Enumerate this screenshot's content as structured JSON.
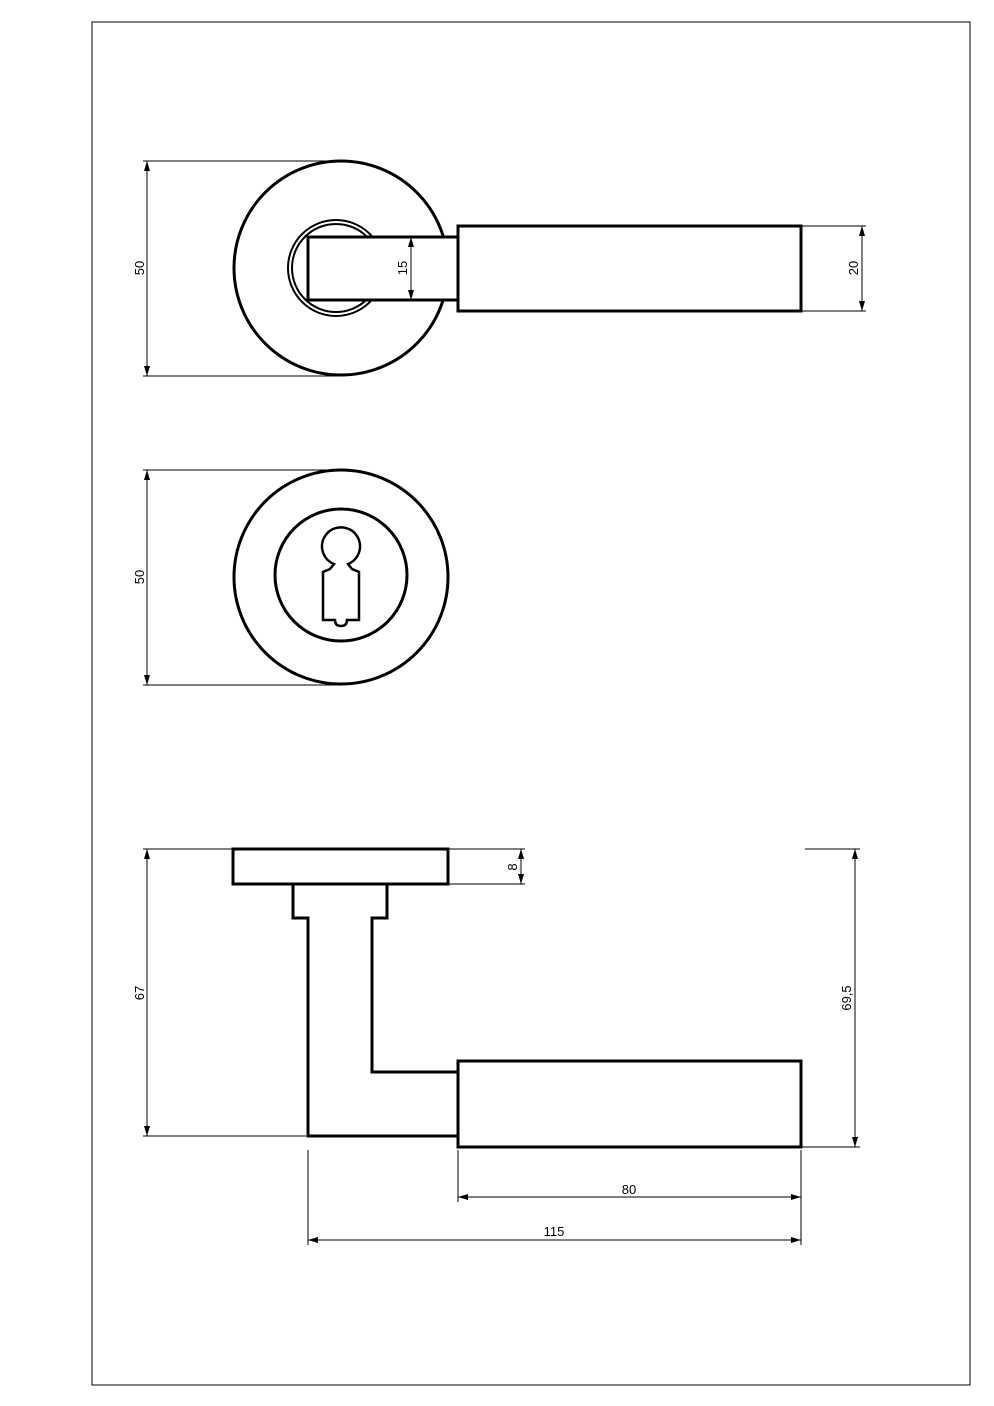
{
  "drawing": {
    "views": [
      {
        "name": "front-view-lever",
        "dimensions": {
          "rose_diameter": "50",
          "stem_height": "15",
          "lever_height": "20"
        }
      },
      {
        "name": "front-view-escutcheon",
        "dimensions": {
          "rose_diameter": "50"
        }
      },
      {
        "name": "side-view-lever",
        "dimensions": {
          "rose_thickness": "8",
          "height_to_stem": "67",
          "height_total": "69,5",
          "lever_length": "80",
          "total_length": "115"
        }
      }
    ]
  }
}
